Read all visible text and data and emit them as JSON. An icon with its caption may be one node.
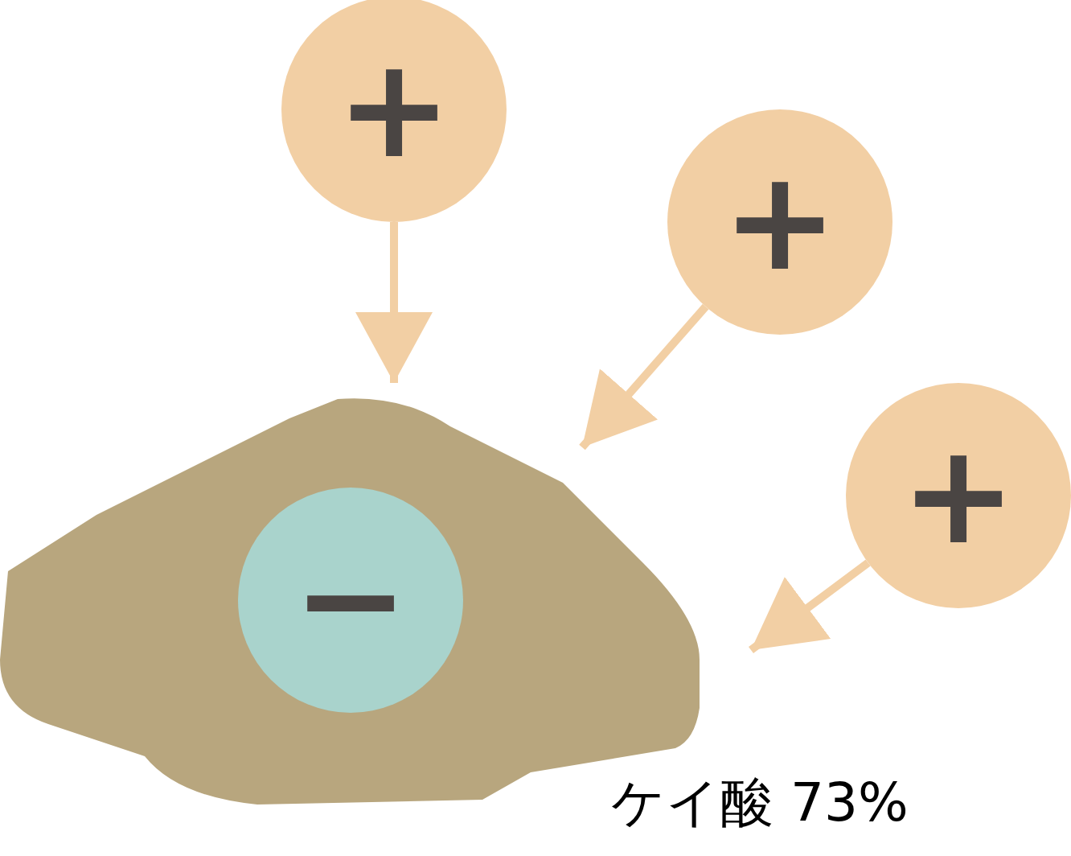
{
  "diagram": {
    "nodes": [
      {
        "text": [
          "+"
        ]
      },
      {
        "text": [
          "+"
        ]
      },
      {
        "text": [
          "+"
        ]
      },
      {
        "text": [],
        "shape": "blob",
        "beside": [
          "ケイ酸 73%"
        ]
      },
      {
        "text": [
          "−"
        ],
        "in": 3
      }
    ],
    "edges": [
      {
        "from": 0,
        "to": 3,
        "arrow": "to"
      },
      {
        "from": 1,
        "to": 3,
        "arrow": "to"
      },
      {
        "from": 2,
        "to": 3,
        "arrow": "to"
      }
    ]
  }
}
